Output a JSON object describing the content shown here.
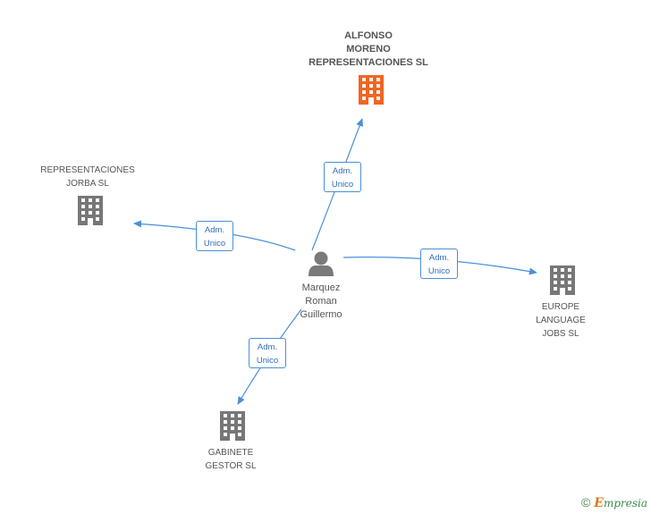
{
  "colors": {
    "edge": "#4a90d9",
    "company": "#777777",
    "main_company": "#f26522",
    "person": "#7a7a7a"
  },
  "center_person": {
    "name_lines": [
      "Marquez",
      "Roman",
      "Guillermo"
    ],
    "icon": "person-icon"
  },
  "companies": [
    {
      "id": "alfonso",
      "name_lines": [
        "ALFONSO",
        "MORENO",
        "REPRESENTACIONES SL"
      ],
      "highlight": true,
      "icon": "building-icon"
    },
    {
      "id": "jorba",
      "name_lines": [
        "REPRESENTACIONES",
        "JORBA SL"
      ],
      "highlight": false,
      "icon": "building-icon"
    },
    {
      "id": "europe",
      "name_lines": [
        "EUROPE",
        "LANGUAGE",
        "JOBS SL"
      ],
      "highlight": false,
      "icon": "building-icon"
    },
    {
      "id": "gabinete",
      "name_lines": [
        "GABINETE",
        "GESTOR SL"
      ],
      "highlight": false,
      "icon": "building-icon"
    }
  ],
  "edges": [
    {
      "to": "alfonso",
      "label_lines": [
        "Adm.",
        "Unico"
      ]
    },
    {
      "to": "jorba",
      "label_lines": [
        "Adm.",
        "Unico"
      ]
    },
    {
      "to": "europe",
      "label_lines": [
        "Adm.",
        "Unico"
      ]
    },
    {
      "to": "gabinete",
      "label_lines": [
        "Adm.",
        "Unico"
      ]
    }
  ],
  "footer": {
    "copyright_symbol": "©",
    "brand_first": "E",
    "brand_rest": "mpresia"
  }
}
